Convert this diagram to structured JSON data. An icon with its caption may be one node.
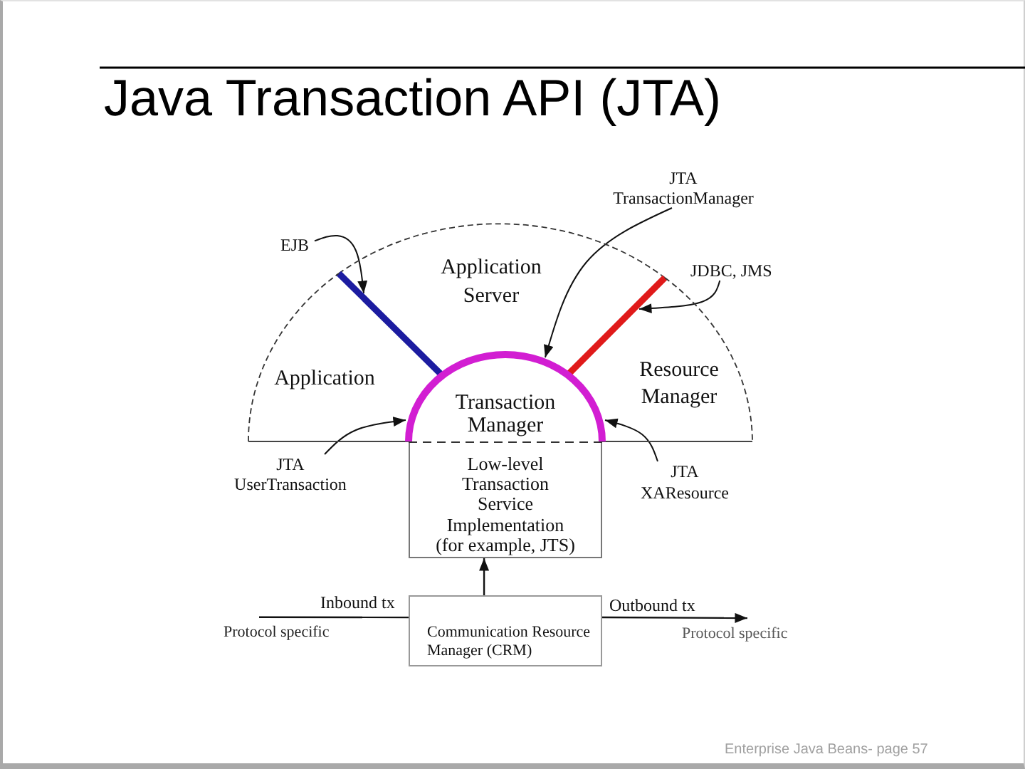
{
  "diagram": {
    "title": "Java Transaction API (JTA)",
    "nodes": [
      {
        "text": [
          "JTA TransactionManager"
        ]
      },
      {
        "text": [
          "EJB"
        ]
      },
      {
        "text": [
          "JDBC, JMS"
        ]
      },
      {
        "text": [
          "Application Server"
        ]
      },
      {
        "text": [],
        "shape": "line"
      },
      {
        "text": [],
        "shape": "line"
      },
      {
        "text": [
          "Application"
        ]
      },
      {
        "text": [
          "Resource Manager"
        ]
      },
      {
        "text": [
          "Transaction Manager"
        ]
      },
      {
        "text": [
          "JTA UserTransaction"
        ]
      },
      {
        "text": [
          "Low-level Transaction Service Implementation (for example, JTS)"
        ]
      },
      {
        "text": [
          "JTA XAResource"
        ]
      },
      {
        "text": [
          "Protocol specific"
        ]
      },
      {
        "text": [
          "Communication Resource Manager (CRM)"
        ]
      },
      {
        "text": [
          "Protocol specific"
        ]
      }
    ],
    "edges": [
      {
        "from": 0,
        "to": 8,
        "arrow": "to"
      },
      {
        "from": 1,
        "to": 4,
        "arrow": "to"
      },
      {
        "from": 2,
        "to": 5,
        "arrow": "to"
      },
      {
        "from": 9,
        "to": 8,
        "arrow": "to"
      },
      {
        "from": 11,
        "to": 8,
        "arrow": "to"
      },
      {
        "from": 12,
        "to": 13,
        "arrow": "none",
        "label": "Inbound tx"
      },
      {
        "from": 13,
        "to": 10,
        "arrow": "to"
      },
      {
        "from": 13,
        "to": 14,
        "arrow": "to",
        "label": "Outbound tx"
      }
    ],
    "labels": [
      "Enterprise Java Beans- page 57"
    ]
  }
}
